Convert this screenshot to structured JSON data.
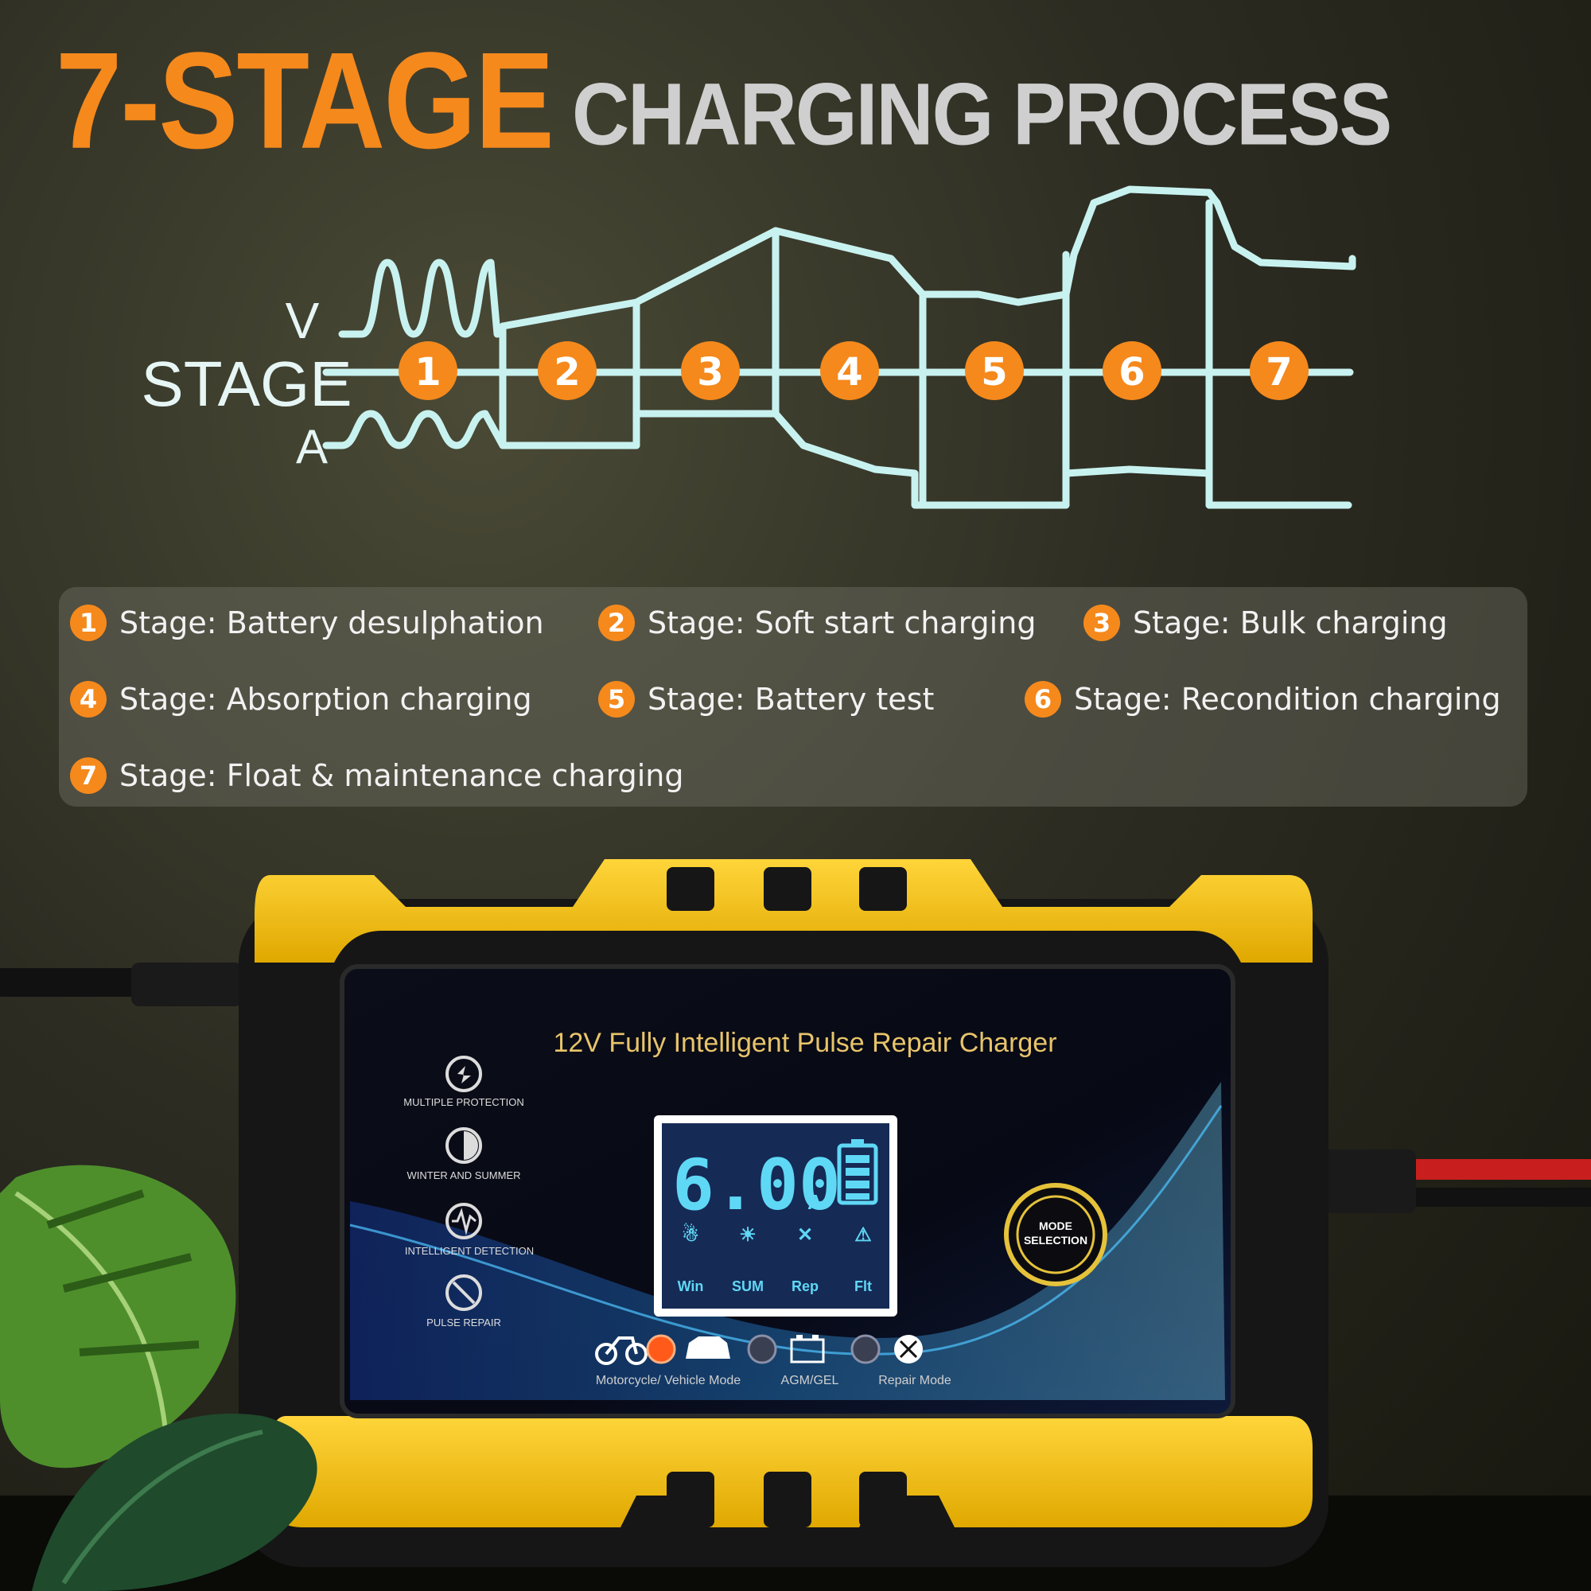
{
  "header": {
    "title_highlight": "7-STAGE",
    "title_rest": "CHARGING PROCESS"
  },
  "diagram": {
    "v_label": "V",
    "stage_label": "STAGE",
    "a_label": "A",
    "stage_numbers": [
      "1",
      "2",
      "3",
      "4",
      "5",
      "6",
      "7"
    ],
    "line_color": "#c8f2f0",
    "badge_color": "#f5891c"
  },
  "legend": {
    "items": [
      {
        "num": "1",
        "text": "Stage: Battery desulphation"
      },
      {
        "num": "2",
        "text": "Stage: Soft start charging"
      },
      {
        "num": "3",
        "text": "Stage: Bulk charging"
      },
      {
        "num": "4",
        "text": "Stage: Absorption charging"
      },
      {
        "num": "5",
        "text": "Stage: Battery test"
      },
      {
        "num": "6",
        "text": "Stage: Recondition charging"
      },
      {
        "num": "7",
        "text": "Stage: Float & maintenance charging"
      }
    ]
  },
  "device": {
    "product_title": "12V Fully Intelligent Pulse Repair Charger",
    "features": [
      "MULTIPLE PROTECTION",
      "WINTER AND SUMMER",
      "INTELLIGENT DETECTION",
      "PULSE REPAIR"
    ],
    "display_value": "6.00",
    "display_unit": "A",
    "modes": [
      "Win",
      "SUM",
      "Rep",
      "Flt"
    ],
    "button_line1": "MODE",
    "button_line2": "SELECTION",
    "bottom_labels": [
      "Motorcycle/ Vehicle Mode",
      "AGM/GEL",
      "Repair Mode"
    ],
    "body_color": "#f5c518",
    "lcd_color": "#5fd8f5"
  }
}
